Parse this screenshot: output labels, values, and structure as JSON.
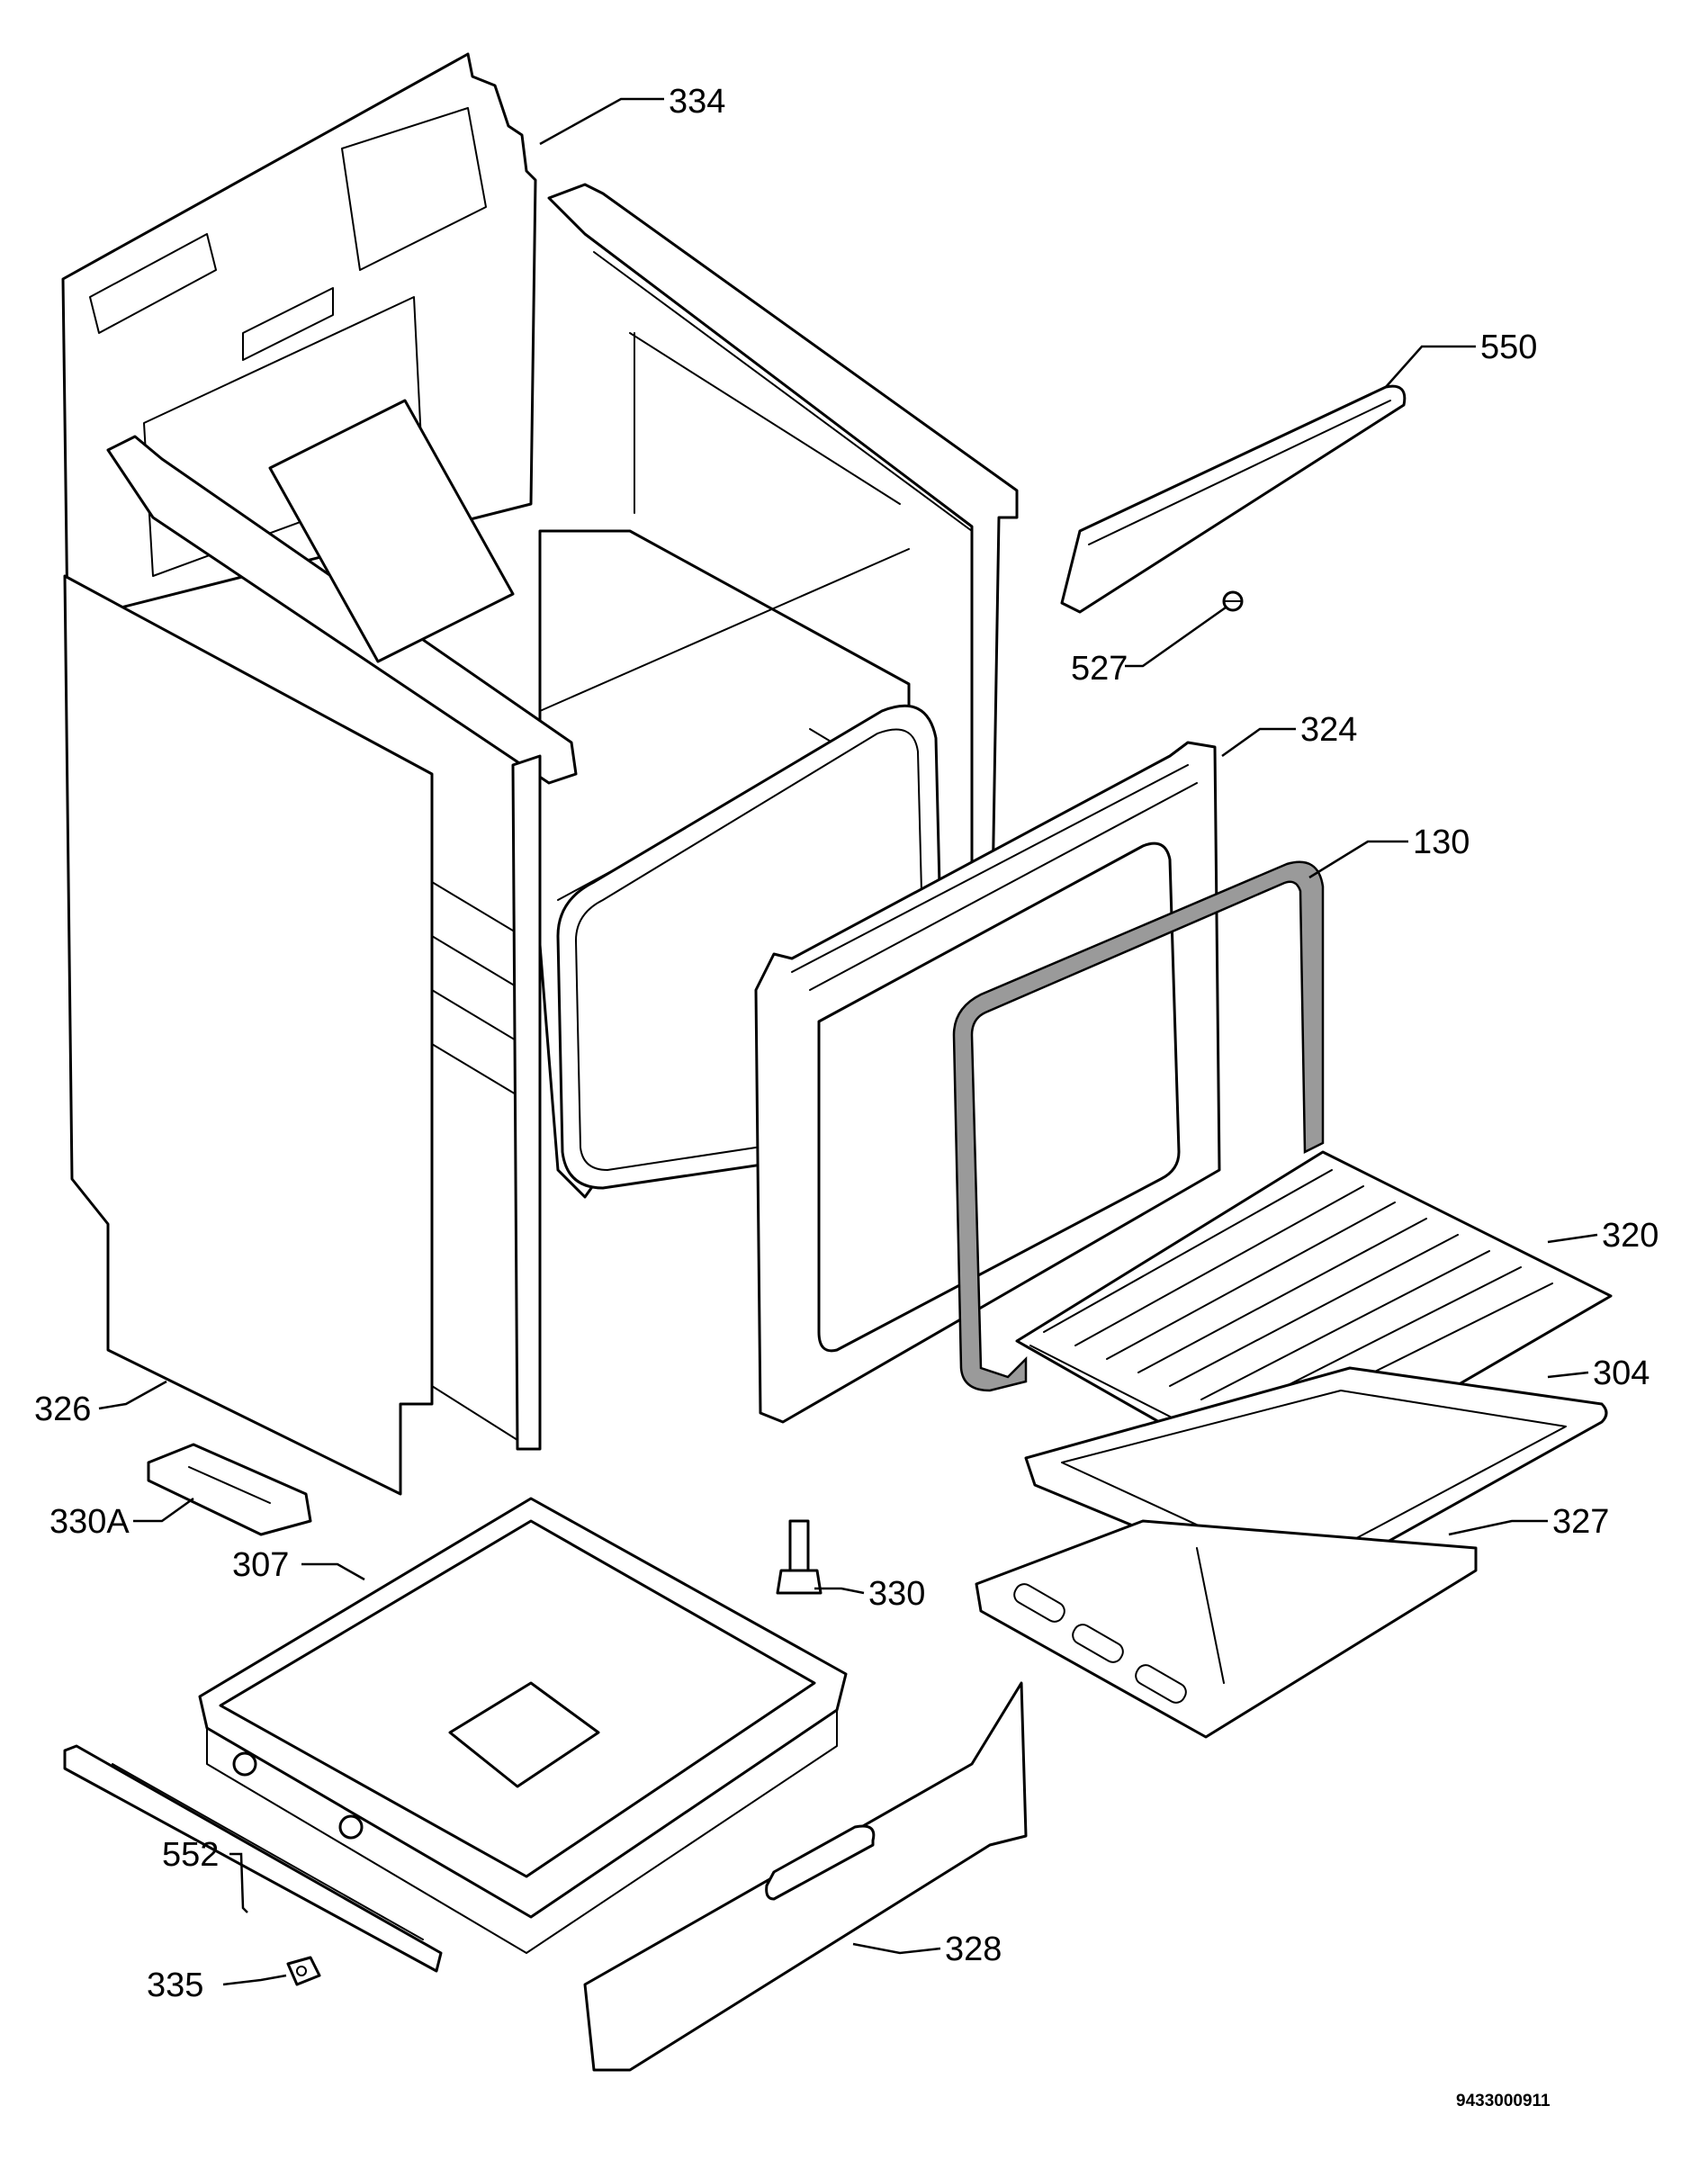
{
  "callouts": {
    "c334": "334",
    "c550": "550",
    "c527": "527",
    "c324": "324",
    "c130": "130",
    "c320": "320",
    "c304": "304",
    "c326": "326",
    "c327": "327",
    "c330a": "330A",
    "c307": "307",
    "c330": "330",
    "c552": "552",
    "c328": "328",
    "c335": "335"
  },
  "document_number": "9433000911",
  "colors": {
    "line": "#000000",
    "background": "#ffffff",
    "seal": "#9a9a9a"
  }
}
